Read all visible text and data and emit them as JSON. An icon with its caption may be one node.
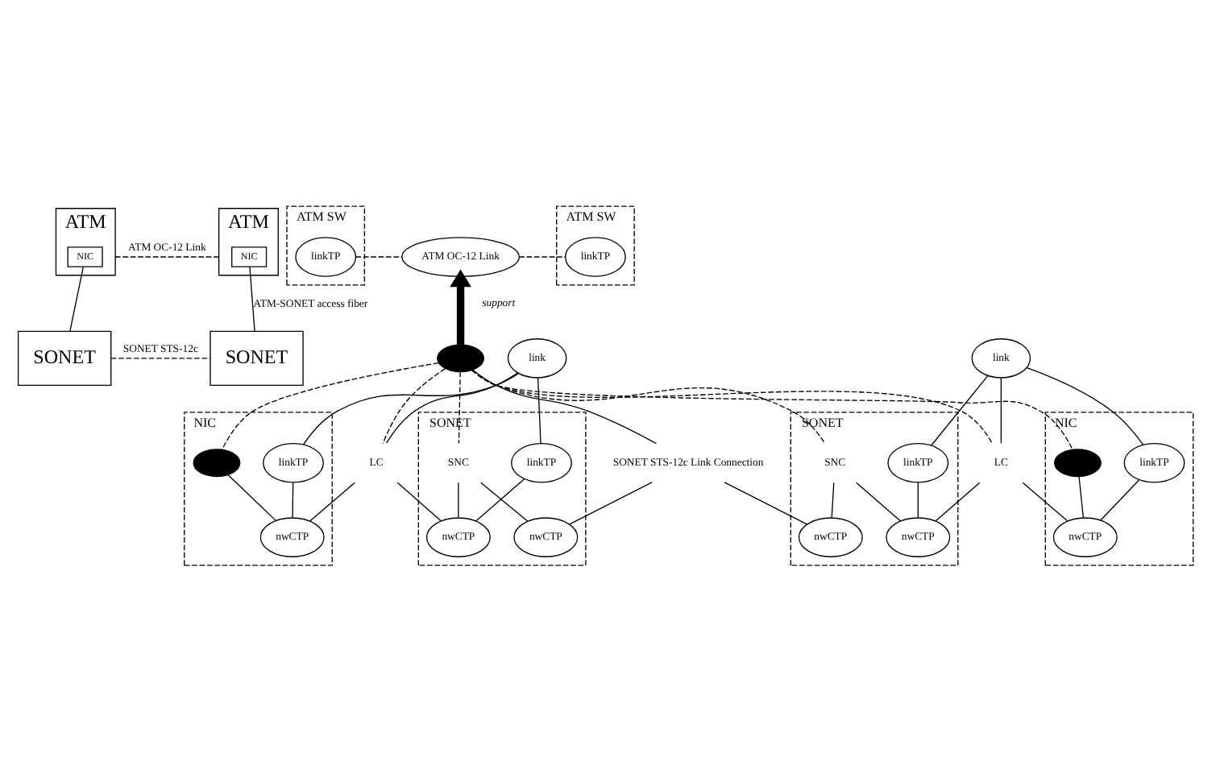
{
  "diagram": {
    "nodes": [
      {
        "text": [
          "ATM"
        ]
      },
      {
        "text": [
          "NIC"
        ],
        "in": 0
      },
      {
        "text": [
          "ATM"
        ]
      },
      {
        "text": [
          "NIC"
        ],
        "in": 2
      },
      {
        "text": [
          "SONET"
        ]
      },
      {
        "text": [
          "SONET"
        ]
      },
      {
        "text": [
          "ATM SW"
        ]
      },
      {
        "text": [
          "linkTP"
        ],
        "in": 6
      },
      {
        "text": [
          "ATM OC-12 Link"
        ]
      },
      {
        "text": [
          "ATM SW"
        ]
      },
      {
        "text": [
          "linkTP"
        ],
        "in": 9
      },
      {
        "text": [],
        "shape": "ellipse"
      },
      {
        "text": [
          "NIC"
        ]
      },
      {
        "text": [],
        "shape": "ellipse",
        "in": 12
      },
      {
        "text": [
          "linkTP"
        ],
        "in": 12
      },
      {
        "text": [
          "nwCTP"
        ],
        "in": 12
      },
      {
        "text": [
          "link"
        ]
      },
      {
        "text": [
          "LC"
        ]
      },
      {
        "text": [
          "SONET"
        ]
      },
      {
        "text": [
          "linkTP"
        ],
        "in": 18
      },
      {
        "text": [
          "nwCTP"
        ],
        "in": 18
      },
      {
        "text": [
          "nwCTP"
        ],
        "in": 18
      },
      {
        "text": [
          "SNC"
        ],
        "in": 18
      },
      {
        "text": [
          "SONET STS-12c Link Connection"
        ]
      },
      {
        "text": [
          "SONET"
        ]
      },
      {
        "text": [
          "linkTP"
        ],
        "in": 24
      },
      {
        "text": [
          "nwCTP"
        ],
        "in": 24
      },
      {
        "text": [
          "nwCTP"
        ],
        "in": 24
      },
      {
        "text": [
          "SNC"
        ],
        "in": 24
      },
      {
        "text": [
          "link"
        ]
      },
      {
        "text": [
          "LC"
        ]
      },
      {
        "text": [
          "NIC"
        ]
      },
      {
        "text": [
          "linkTP"
        ],
        "in": 31
      },
      {
        "text": [
          "nwCTP"
        ],
        "in": 31
      },
      {
        "text": [],
        "shape": "ellipse",
        "in": 31
      }
    ],
    "edges": [
      {
        "from": 0,
        "to": 2,
        "arrow": "none",
        "label": "ATM OC-12 Link",
        "style": "dashed"
      },
      {
        "from": 1,
        "to": 4,
        "arrow": "none"
      },
      {
        "from": 4,
        "to": 5,
        "arrow": "none",
        "label": "SONET STS-12c",
        "style": "dashed"
      },
      {
        "from": 5,
        "to": 3,
        "arrow": "none",
        "label": "ATM-SONET access fiber"
      },
      {
        "from": 7,
        "to": 8,
        "arrow": "none",
        "style": "dashed"
      },
      {
        "from": 8,
        "to": 10,
        "arrow": "none",
        "style": "dashed"
      },
      {
        "from": 11,
        "to": 8,
        "arrow": "to",
        "label": "support",
        "style": "thick"
      },
      {
        "from": 11,
        "to": 13,
        "arrow": "none",
        "style": "dashed"
      },
      {
        "from": 11,
        "to": 17,
        "arrow": "none",
        "style": "dashed"
      },
      {
        "from": 11,
        "to": 22,
        "arrow": "none",
        "style": "dashed"
      },
      {
        "from": 11,
        "to": 23,
        "arrow": "none"
      },
      {
        "from": 11,
        "to": 28,
        "arrow": "none",
        "style": "dashed"
      },
      {
        "from": 11,
        "to": 30,
        "arrow": "none",
        "style": "dashed"
      },
      {
        "from": 11,
        "to": 34,
        "arrow": "none",
        "style": "dashed"
      },
      {
        "from": 16,
        "to": 14,
        "arrow": "none"
      },
      {
        "from": 16,
        "to": 17,
        "arrow": "none"
      },
      {
        "from": 16,
        "to": 19,
        "arrow": "none"
      },
      {
        "from": 14,
        "to": 15,
        "arrow": "none"
      },
      {
        "from": 13,
        "to": 15,
        "arrow": "none"
      },
      {
        "from": 17,
        "to": 15,
        "arrow": "none"
      },
      {
        "from": 17,
        "to": 20,
        "arrow": "none"
      },
      {
        "from": 19,
        "to": 20,
        "arrow": "none"
      },
      {
        "from": 22,
        "to": 20,
        "arrow": "none"
      },
      {
        "from": 22,
        "to": 21,
        "arrow": "none"
      },
      {
        "from": 23,
        "to": 21,
        "arrow": "none"
      },
      {
        "from": 23,
        "to": 26,
        "arrow": "none"
      },
      {
        "from": 28,
        "to": 26,
        "arrow": "none"
      },
      {
        "from": 28,
        "to": 27,
        "arrow": "none"
      },
      {
        "from": 25,
        "to": 27,
        "arrow": "none"
      },
      {
        "from": 29,
        "to": 25,
        "arrow": "none"
      },
      {
        "from": 29,
        "to": 30,
        "arrow": "none"
      },
      {
        "from": 29,
        "to": 32,
        "arrow": "none"
      },
      {
        "from": 30,
        "to": 27,
        "arrow": "none"
      },
      {
        "from": 30,
        "to": 33,
        "arrow": "none"
      },
      {
        "from": 32,
        "to": 33,
        "arrow": "none"
      },
      {
        "from": 33,
        "to": 34,
        "arrow": "none"
      }
    ]
  }
}
